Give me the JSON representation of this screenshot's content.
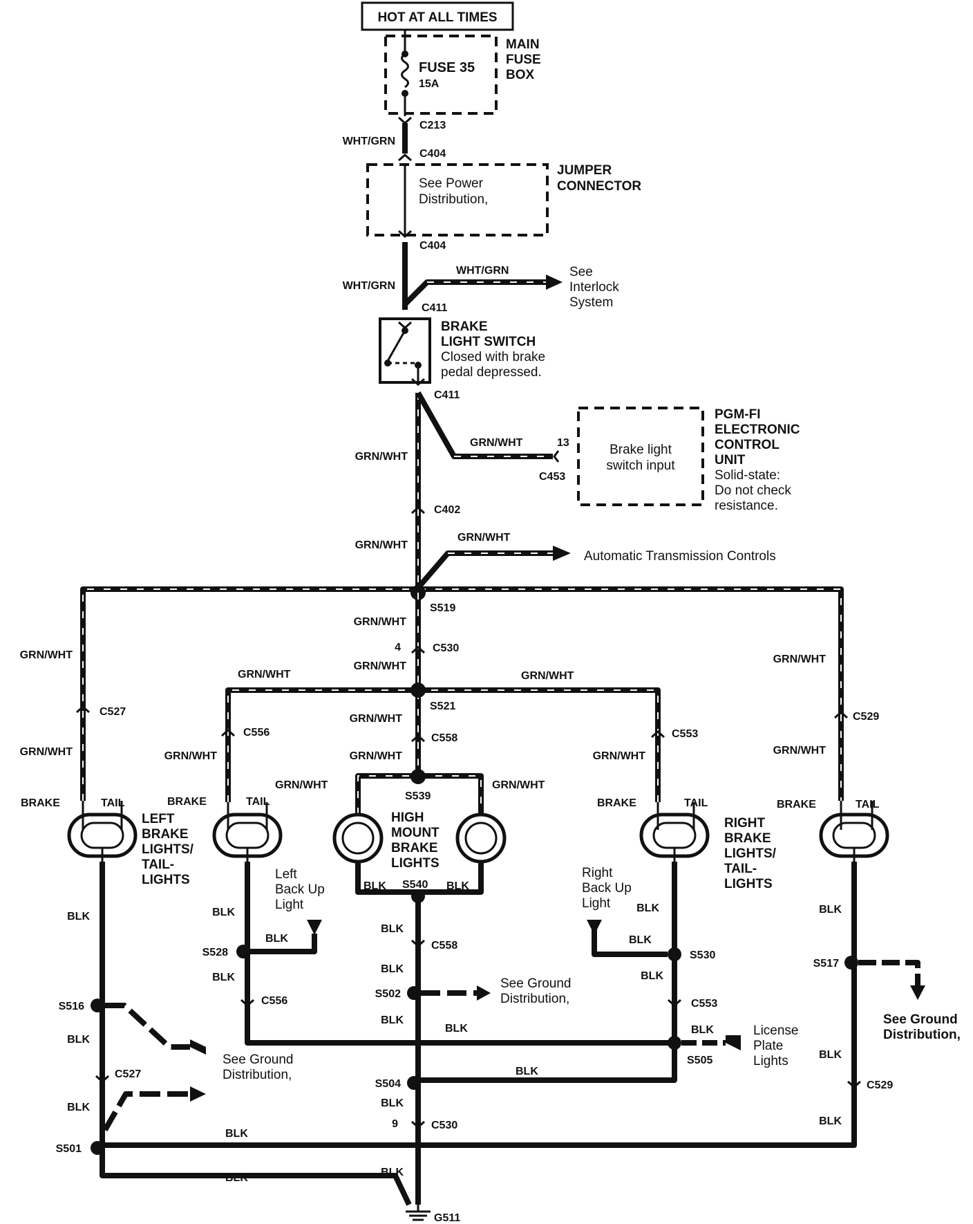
{
  "top_label": "HOT AT ALL TIMES",
  "fuse_box": {
    "title_lines": [
      "MAIN",
      "FUSE",
      "BOX"
    ],
    "fuse_name": "FUSE 35",
    "fuse_rating": "15A"
  },
  "jumper": {
    "title_lines": [
      "JUMPER",
      "CONNECTOR"
    ],
    "note_lines": [
      "See Power",
      "Distribution,"
    ]
  },
  "interlock": {
    "note_lines": [
      "See",
      "Interlock",
      "System"
    ]
  },
  "brake_switch": {
    "title_lines": [
      "BRAKE",
      "LIGHT SWITCH"
    ],
    "desc_lines": [
      "Closed with brake",
      "pedal depressed."
    ]
  },
  "ecu": {
    "title_lines": [
      "PGM-FI",
      "ELECTRONIC",
      "CONTROL",
      "UNIT"
    ],
    "desc_lines": [
      "Solid-state:",
      "Do not check",
      "resistance."
    ],
    "box_lines": [
      "Brake light",
      "switch input"
    ],
    "pin": "13",
    "connector": "C453"
  },
  "atc_label": "Automatic Transmission Controls",
  "wire_colors": {
    "feed": "WHT/GRN",
    "brake": "GRN/WHT",
    "ground": "BLK"
  },
  "connectors": {
    "c213": "C213",
    "c404": "C404",
    "c411": "C411",
    "c402": "C402",
    "c530": "C530",
    "c527": "C527",
    "c556": "C556",
    "c558": "C558",
    "c553": "C553",
    "c529": "C529",
    "g511": "G511"
  },
  "pins": {
    "c530_top": "4",
    "c530_bottom": "9"
  },
  "splices": {
    "s519": "S519",
    "s521": "S521",
    "s539": "S539",
    "s540": "S540",
    "s528": "S528",
    "s530": "S530",
    "s502": "S502",
    "s516": "S516",
    "s517": "S517",
    "s505": "S505",
    "s504": "S504",
    "s501": "S501"
  },
  "lamp_labels": {
    "brake": "BRAKE",
    "tail": "TAIL"
  },
  "left_lights": {
    "title_lines": [
      "LEFT",
      "BRAKE",
      "LIGHTS/",
      "TAIL-",
      "LIGHTS"
    ]
  },
  "right_lights": {
    "title_lines": [
      "RIGHT",
      "BRAKE",
      "LIGHTS/",
      "TAIL-",
      "LIGHTS"
    ]
  },
  "high_mount": {
    "title_lines": [
      "HIGH",
      "MOUNT",
      "BRAKE",
      "LIGHTS"
    ]
  },
  "left_backup": {
    "lines": [
      "Left",
      "Back Up",
      "Light"
    ]
  },
  "right_backup": {
    "lines": [
      "Right",
      "Back Up",
      "Light"
    ]
  },
  "license": {
    "lines": [
      "License",
      "Plate",
      "Lights"
    ]
  },
  "ground_dist": {
    "lines": [
      "See Ground",
      "Distribution,"
    ]
  }
}
